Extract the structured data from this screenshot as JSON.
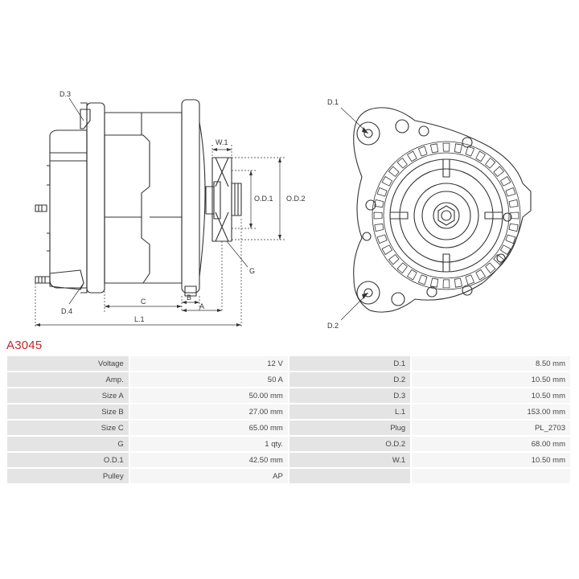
{
  "part": {
    "code": "A3045"
  },
  "drawing": {
    "labels": {
      "d1": "D.1",
      "d2": "D.2",
      "d3": "D.3",
      "d4": "D.4",
      "w1": "W.1",
      "od1": "O.D.1",
      "od2": "O.D.2",
      "g": "G",
      "a": "A",
      "b": "B",
      "c": "C",
      "l1": "L.1"
    }
  },
  "specs": [
    {
      "left_label": "Voltage",
      "left_value": "12 V",
      "right_label": "D.1",
      "right_value": "8.50 mm"
    },
    {
      "left_label": "Amp.",
      "left_value": "50 A",
      "right_label": "D.2",
      "right_value": "10.50 mm"
    },
    {
      "left_label": "Size A",
      "left_value": "50.00 mm",
      "right_label": "D.3",
      "right_value": "10.50 mm"
    },
    {
      "left_label": "Size B",
      "left_value": "27.00 mm",
      "right_label": "L.1",
      "right_value": "153.00 mm"
    },
    {
      "left_label": "Size C",
      "left_value": "65.00 mm",
      "right_label": "Plug",
      "right_value": "PL_2703"
    },
    {
      "left_label": "G",
      "left_value": "1 qty.",
      "right_label": "O.D.2",
      "right_value": "68.00 mm"
    },
    {
      "left_label": "O.D.1",
      "left_value": "42.50 mm",
      "right_label": "W.1",
      "right_value": "10.50 mm"
    },
    {
      "left_label": "Pulley",
      "left_value": "AP",
      "right_label": "",
      "right_value": ""
    }
  ]
}
